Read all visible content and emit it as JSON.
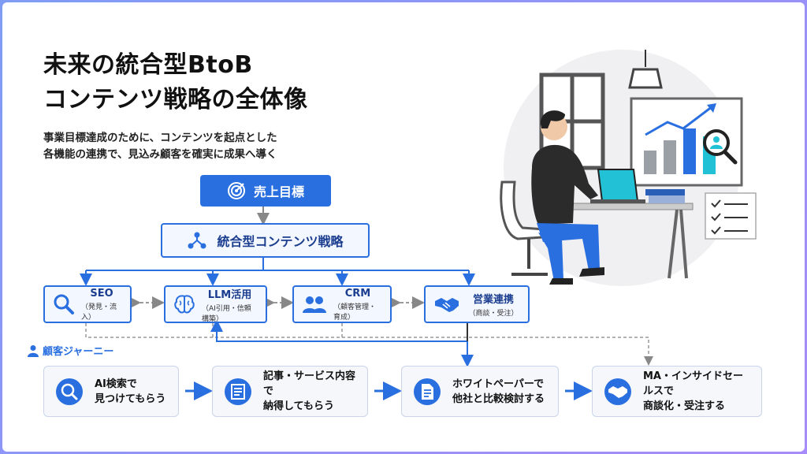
{
  "title": {
    "line1": "未来の統合型BtoB",
    "line2": "コンテンツ戦略の全体像"
  },
  "subtitle": {
    "line1": "事業目標達成のために、コンテンツを起点とした",
    "line2": "各機能の連携で、見込み顧客を確実に成果へ導く"
  },
  "goal": {
    "label": "売上目標",
    "icon": "target-icon"
  },
  "strategy": {
    "label": "統合型コンテンツ戦略",
    "icon": "network-icon"
  },
  "functions": [
    {
      "main": "SEO",
      "sub": "（発見・流入）",
      "icon": "search-icon"
    },
    {
      "main": "LLM活用",
      "sub": "（AI引用・信頼構築）",
      "icon": "brain-icon"
    },
    {
      "main": "CRM",
      "sub": "（顧客管理・育成）",
      "icon": "users-icon"
    },
    {
      "main": "営業連携",
      "sub": "（商談・受注）",
      "icon": "handshake-icon"
    }
  ],
  "journey": {
    "label": "顧客ジャーニー",
    "icon": "person-icon",
    "steps": [
      {
        "line1": "AI検索で",
        "line2": "見つけてもらう",
        "icon": "search-icon"
      },
      {
        "line1": "記事・サービス内容で",
        "line2": "納得してもらう",
        "icon": "article-icon"
      },
      {
        "line1": "ホワイトペーパーで",
        "line2": "他社と比較検討する",
        "icon": "document-icon"
      },
      {
        "line1": "MA・インサイドセールスで",
        "line2": "商談化・受注する",
        "icon": "handshake-icon"
      }
    ]
  },
  "colors": {
    "primary": "#2a6fe0",
    "light_bg": "#f3f7ff",
    "step_bg": "#f5f7fb"
  }
}
